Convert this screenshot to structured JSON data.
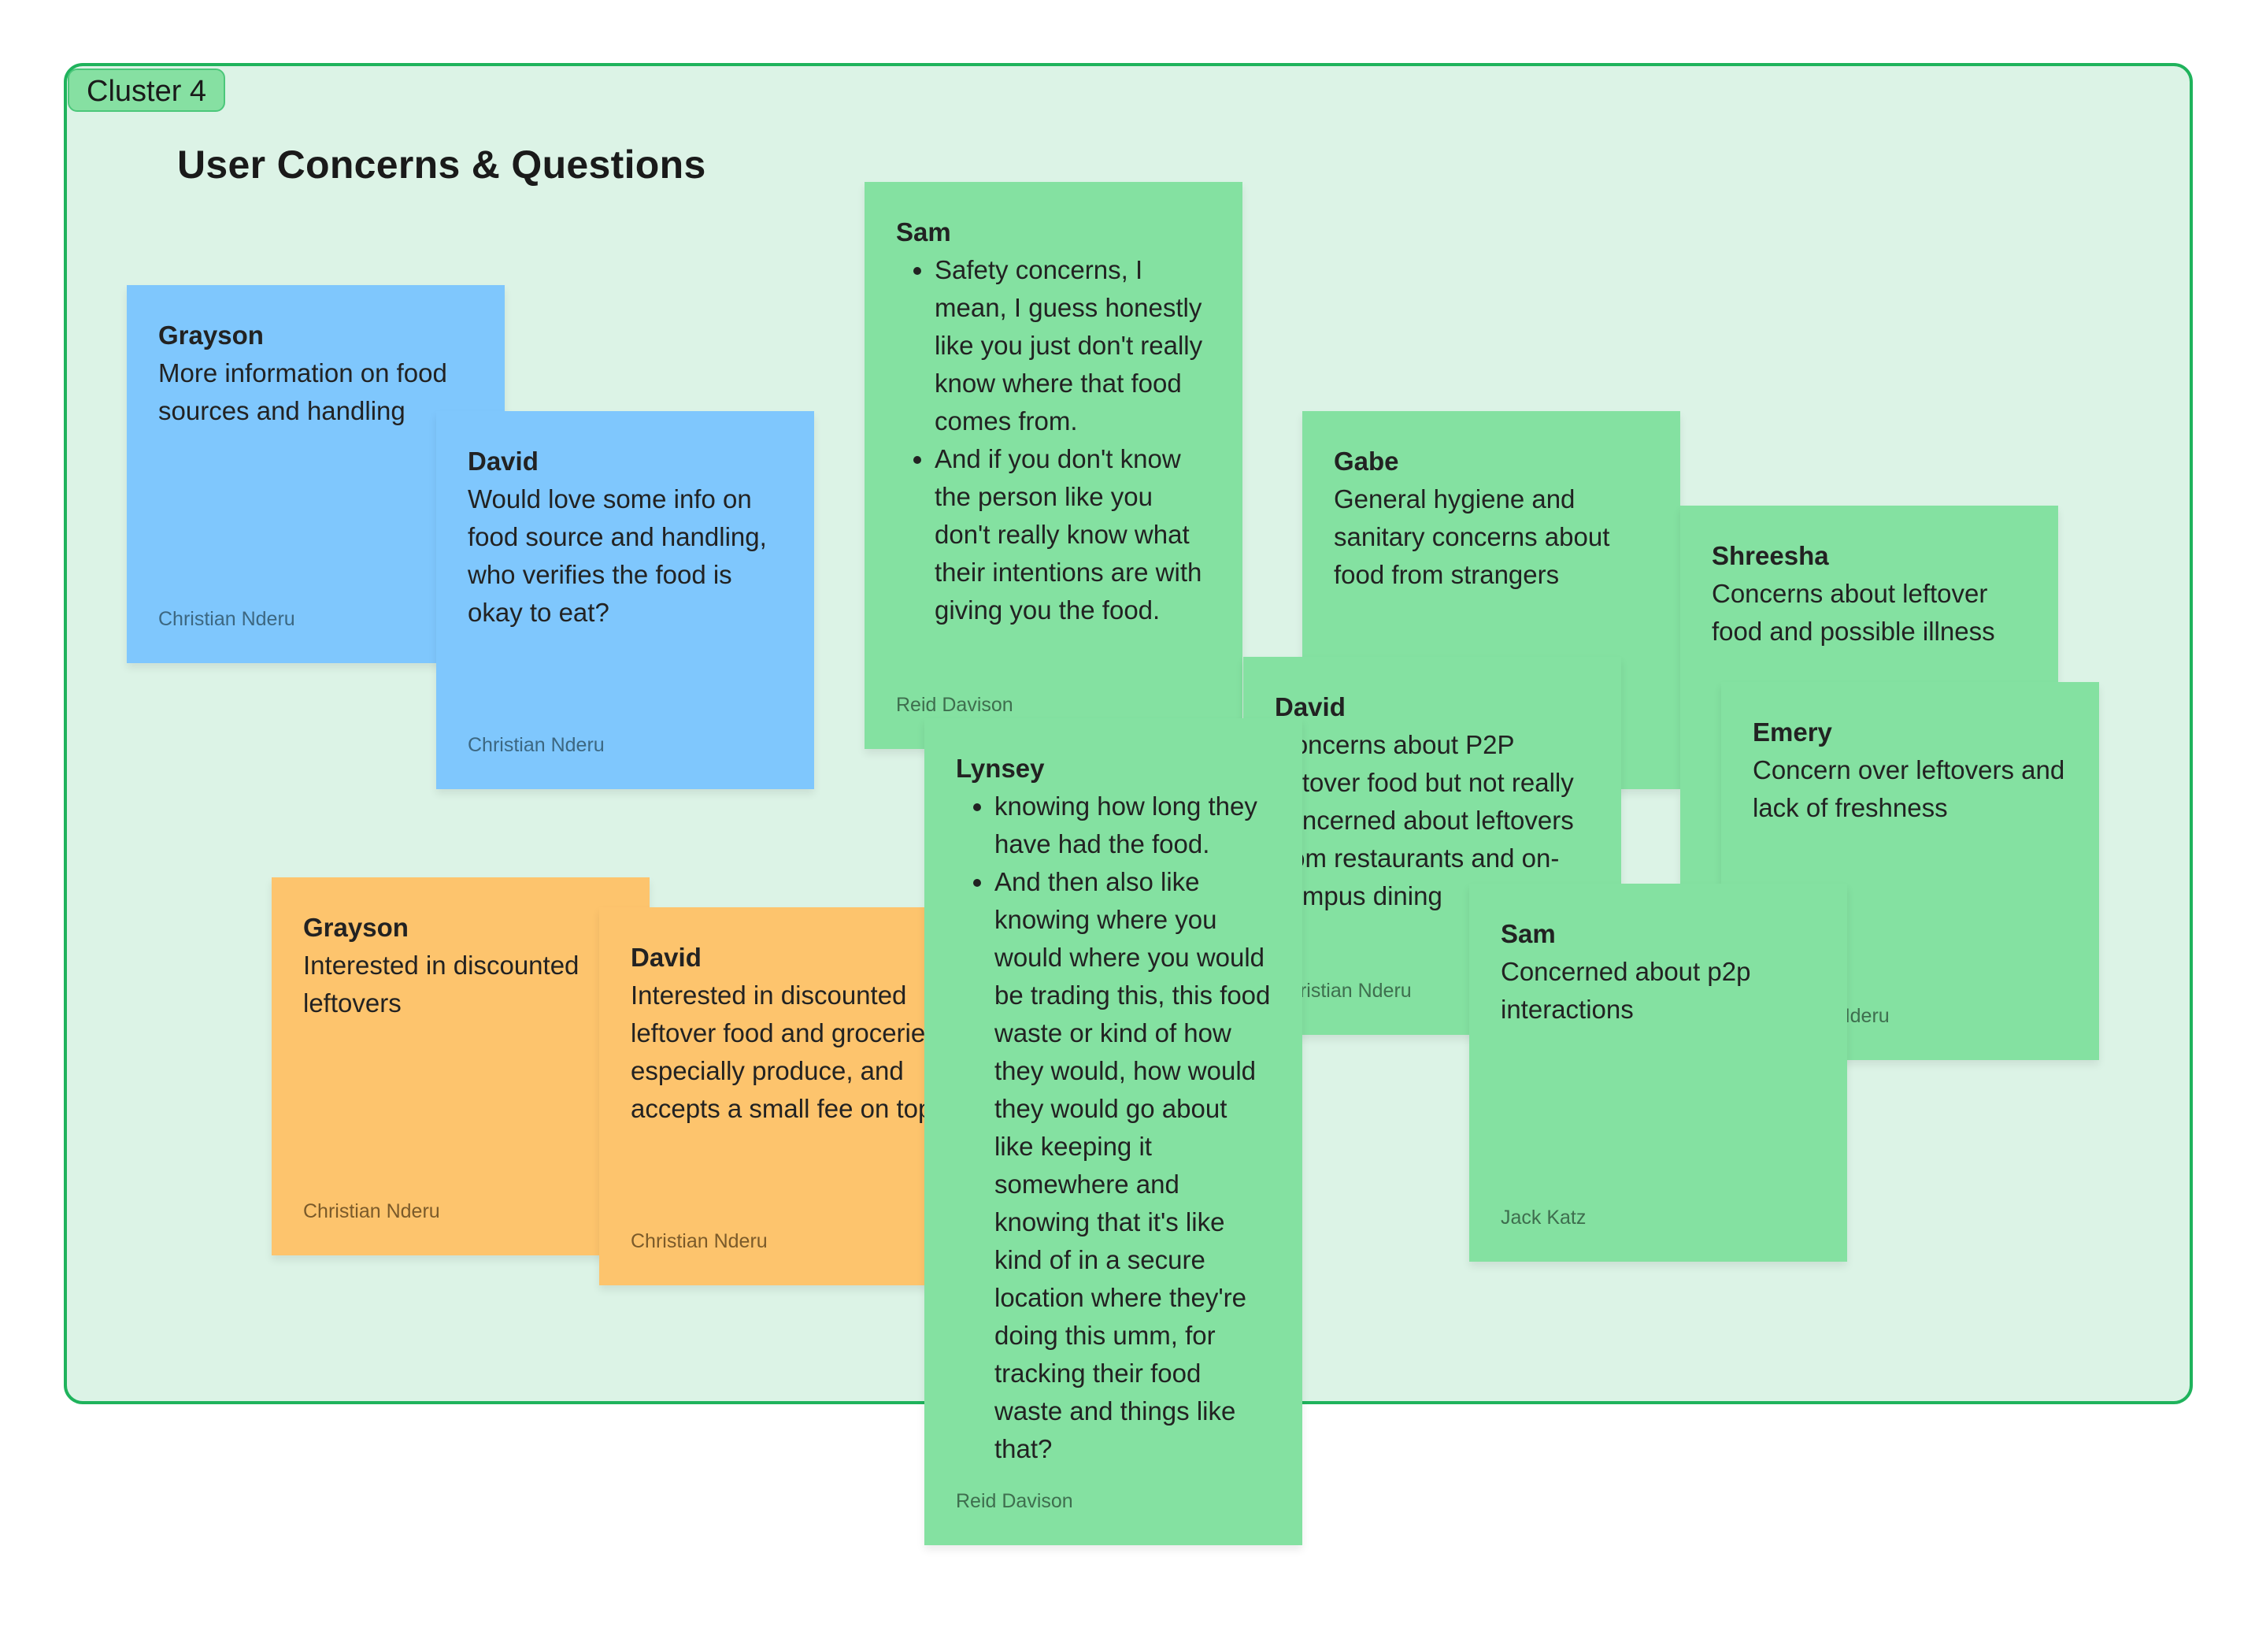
{
  "cluster": {
    "label": "Cluster 4",
    "title": "User Concerns & Questions",
    "colors": {
      "border": "#1fb35c",
      "background": "#dcf3e6",
      "badge": "#86e0a2"
    }
  },
  "sticky_colors": {
    "blue": "#7fc7fd",
    "green": "#84e1a1",
    "orange": "#fdc46d"
  },
  "stickies": [
    {
      "id": "grayson-blue",
      "color": "blue",
      "author": "Grayson",
      "text": "More information on food sources and handling",
      "creator": "Christian Nderu"
    },
    {
      "id": "david-blue",
      "color": "blue",
      "author": "David",
      "text": "Would love some info on food source and handling, who verifies the food is okay to eat?",
      "creator": "Christian Nderu"
    },
    {
      "id": "sam-safety",
      "color": "green",
      "author": "Sam",
      "bullets": [
        "Safety concerns, I mean, I guess honestly like you just don't really know where that food comes from.",
        "And if you don't know the person like you don't really know what their intentions are with giving you the food."
      ],
      "creator": "Reid Davison"
    },
    {
      "id": "gabe",
      "color": "green",
      "author": "Gabe",
      "text": "General hygiene and sanitary concerns about food from strangers",
      "creator": ""
    },
    {
      "id": "shreesha",
      "color": "green",
      "author": "Shreesha",
      "text": "Concerns about leftover food and possible illness",
      "creator": ""
    },
    {
      "id": "david-green",
      "color": "green",
      "author": "David",
      "text": "Concerns about P2P leftover food but not really concerned about leftovers from restaurants and on-campus dining",
      "creator": "Christian Nderu"
    },
    {
      "id": "emery",
      "color": "green",
      "author": "Emery",
      "text": "Concern over leftovers and lack of freshness",
      "creator": "Christian Nderu"
    },
    {
      "id": "grayson-orange",
      "color": "orange",
      "author": "Grayson",
      "text": "Interested in discounted leftovers",
      "creator": "Christian Nderu"
    },
    {
      "id": "david-orange",
      "color": "orange",
      "author": "David",
      "text": "Interested in discounted leftover food and groceries, especially produce, and accepts a small fee on top",
      "creator": "Christian Nderu"
    },
    {
      "id": "sam-p2p",
      "color": "green",
      "author": "Sam",
      "text": "Concerned about p2p interactions",
      "creator": "Jack Katz"
    },
    {
      "id": "lynsey",
      "color": "green",
      "author": "Lynsey",
      "bullets": [
        "knowing how long they have had the food.",
        "And then also like knowing where you would where you would be trading this, this food waste or kind of how they would, how would they would go about like keeping it somewhere and knowing that it's like kind of in a secure location where they're doing this umm, for tracking their food waste and things like that?"
      ],
      "creator": "Reid Davison"
    }
  ]
}
